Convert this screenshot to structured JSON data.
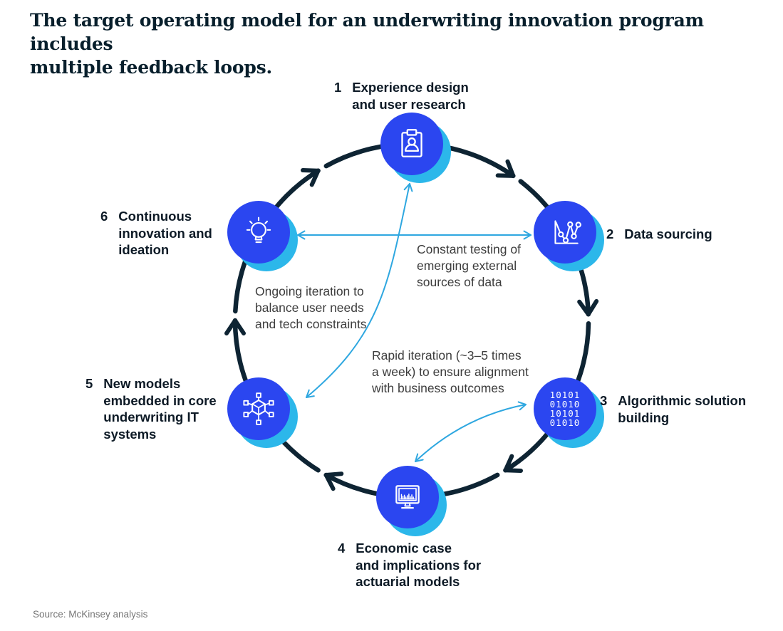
{
  "title": "The target operating model for an underwriting innovation program includes\nmultiple feedback loops.",
  "source": "Source: McKinsey analysis",
  "nodes": [
    {
      "number": "1",
      "label": "Experience design\nand user research",
      "icon": "clipboard-user-icon"
    },
    {
      "number": "2",
      "label": "Data sourcing",
      "icon": "scatter-chart-icon"
    },
    {
      "number": "3",
      "label": "Algorithmic solution\nbuilding",
      "icon": "binary-code-icon",
      "binary": "10101\n01010\n10101\n01010"
    },
    {
      "number": "4",
      "label": "Economic case\nand implications for\nactuarial models",
      "icon": "monitor-chart-icon"
    },
    {
      "number": "5",
      "label": "New models\nembedded in core\nunderwriting IT\nsystems",
      "icon": "cube-network-icon"
    },
    {
      "number": "6",
      "label": "Continuous\ninnovation and\nideation",
      "icon": "lightbulb-icon"
    }
  ],
  "annotations": [
    {
      "text": "Constant testing of\nemerging external\nsources of data",
      "links": "node 6 to node 2"
    },
    {
      "text": "Ongoing iteration to\nbalance user needs\nand tech constraints",
      "links": "node 5 to node 1"
    },
    {
      "text": "Rapid iteration (~3–5 times\na week) to ensure alignment\nwith business outcomes",
      "links": "node 3 to node 4"
    }
  ],
  "colors": {
    "node_blue": "#2b46f0",
    "node_shadow_cyan": "#2cb7ea",
    "cycle_arrow_navy": "#0e2433",
    "feedback_arrow_blue": "#2ea7e0",
    "icon_white": "#ffffff",
    "title_navy": "#081f2c",
    "annotation_gray": "#3d3d3d",
    "source_gray": "#757575"
  }
}
